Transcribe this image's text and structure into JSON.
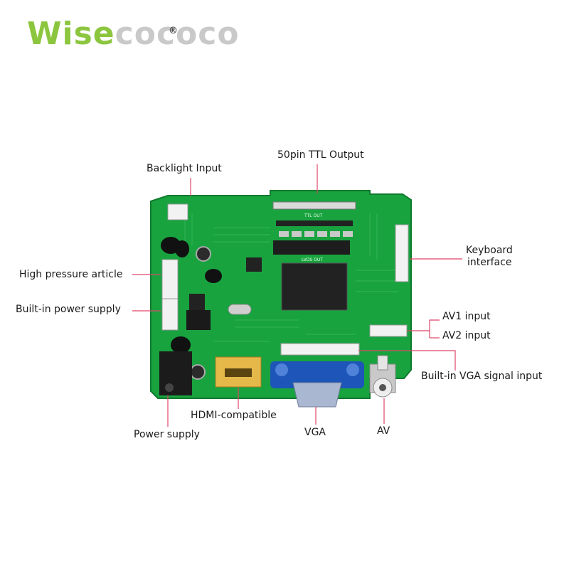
{
  "brand": {
    "logo_accent": "Wise",
    "logo_rest": "cococo",
    "registered": "®"
  },
  "labels": {
    "ttl_output": "50pin TTL Output",
    "backlight_input": "Backlight Input",
    "high_pressure": "High pressure article",
    "builtin_power": "Built-in power supply",
    "keyboard_line1": "Keyboard",
    "keyboard_line2": "interface",
    "av1_input": "AV1 input",
    "av2_input": "AV2 input",
    "builtin_vga": "Built-in VGA signal input",
    "hdmi": "HDMI-compatible",
    "power_supply": "Power supply",
    "vga": "VGA",
    "av": "AV"
  },
  "silkscreen": {
    "ttl_out": "TTL OUT",
    "lvds_out": "LVDS OUT"
  },
  "colors": {
    "pcb": "#18a33f",
    "pcb_dark": "#0f7a2d",
    "leader_line": "#e0456b",
    "vga_blue": "#1d56b8",
    "hdmi_gold": "#e5b84a",
    "brand_green": "#8cc63f"
  }
}
